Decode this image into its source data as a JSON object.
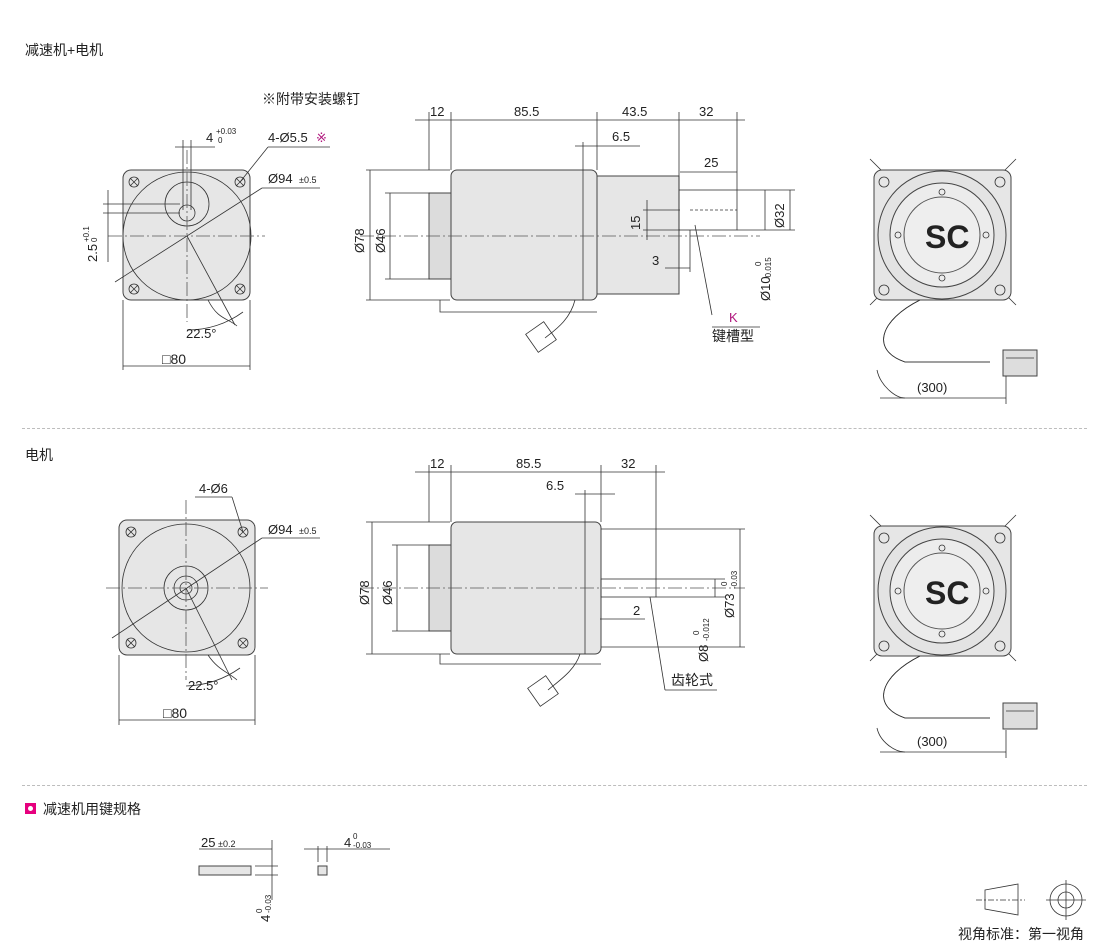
{
  "sections": {
    "geared": "减速机+电机",
    "motor": "电机",
    "key": "减速机用键规格"
  },
  "note": "※附带安装螺钉",
  "geared_front": {
    "key_width": "4",
    "key_width_tol_upper": "+0.03",
    "key_width_tol_lower": "0",
    "holes": "4-Ø5.5",
    "holes_mark": "※",
    "pcd": "Ø94",
    "pcd_tol": "±0.5",
    "offset": "2.5",
    "offset_tol_upper": "+0.1",
    "offset_tol_lower": "0",
    "angle": "22.5°",
    "square": "□80"
  },
  "geared_side": {
    "d12": "12",
    "d85": "85.5",
    "d43": "43.5",
    "d32": "32",
    "d6": "6.5",
    "d25": "25",
    "d15": "15",
    "d3": "3",
    "dia78": "Ø78",
    "dia46": "Ø46",
    "dia32": "Ø32",
    "shaft": "Ø10",
    "shaft_tol_upper": "0",
    "shaft_tol_lower": "-0.015",
    "k": "K",
    "keyway": "键槽型"
  },
  "geared_back": {
    "cable": "(300)",
    "logo": "SC"
  },
  "motor_front": {
    "holes": "4-Ø6",
    "pcd": "Ø94",
    "pcd_tol": "±0.5",
    "angle": "22.5°",
    "square": "□80"
  },
  "motor_side": {
    "d12": "12",
    "d85": "85.5",
    "d32": "32",
    "d6": "6.5",
    "d2": "2",
    "dia78": "Ø78",
    "dia46": "Ø46",
    "shaft": "Ø8",
    "shaft_tol_upper": "0",
    "shaft_tol_lower": "-0.012",
    "pilot": "Ø73",
    "pilot_tol_upper": "0",
    "pilot_tol_lower": "-0.03",
    "gear": "齿轮式"
  },
  "motor_back": {
    "cable": "(300)",
    "logo": "SC"
  },
  "key_spec": {
    "length": "25",
    "length_tol": "±0.2",
    "width": "4",
    "width_tol_upper": "0",
    "width_tol_lower": "-0.03",
    "height": "4",
    "height_tol_upper": "0",
    "height_tol_lower": "-0.03"
  },
  "projection": "视角标准：第一视角"
}
